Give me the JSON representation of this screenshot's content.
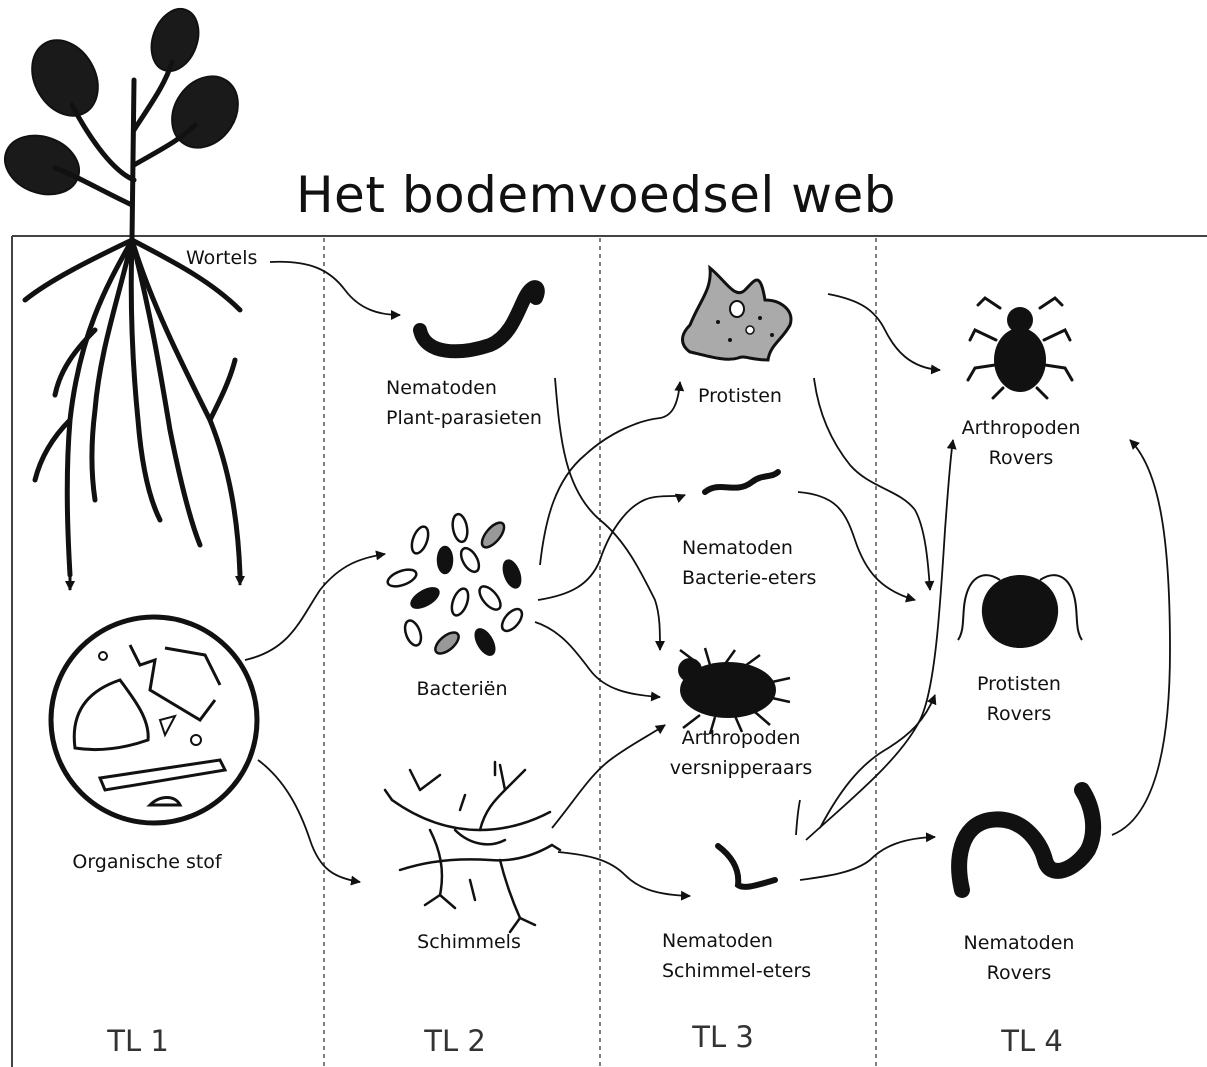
{
  "title": "Het bodemvoedsel web",
  "labels": {
    "wortels": "Wortels",
    "organische_stof": "Organische stof",
    "nematoden_plant": [
      "Nematoden",
      "Plant-parasieten"
    ],
    "bacterien": "Bacteriën",
    "schimmels": "Schimmels",
    "protisten": "Protisten",
    "nematoden_bacterie": [
      "Nematoden",
      "Bacterie-eters"
    ],
    "arthropoden_versnipperaars": [
      "Arthropoden",
      "versnipperaars"
    ],
    "nematoden_schimmel": [
      "Nematoden",
      "Schimmel-eters"
    ],
    "arthropoden_rovers": [
      "Arthropoden",
      "Rovers"
    ],
    "protisten_rovers": [
      "Protisten",
      "Rovers"
    ],
    "nematoden_rovers": [
      "Nematoden",
      "Rovers"
    ]
  },
  "trophic_levels": [
    "TL 1",
    "TL 2",
    "TL 3",
    "TL 4"
  ],
  "colors": {
    "ink": "#111111",
    "frame": "#444444",
    "gray_fill": "#9a9a9a",
    "background": "#ffffff"
  },
  "icons": [
    "plant-with-roots-icon",
    "organic-matter-icon",
    "nematode-icon",
    "bacteria-icon",
    "fungi-hyphae-icon",
    "amoeba-icon",
    "mite-icon",
    "predatory-protist-icon"
  ]
}
